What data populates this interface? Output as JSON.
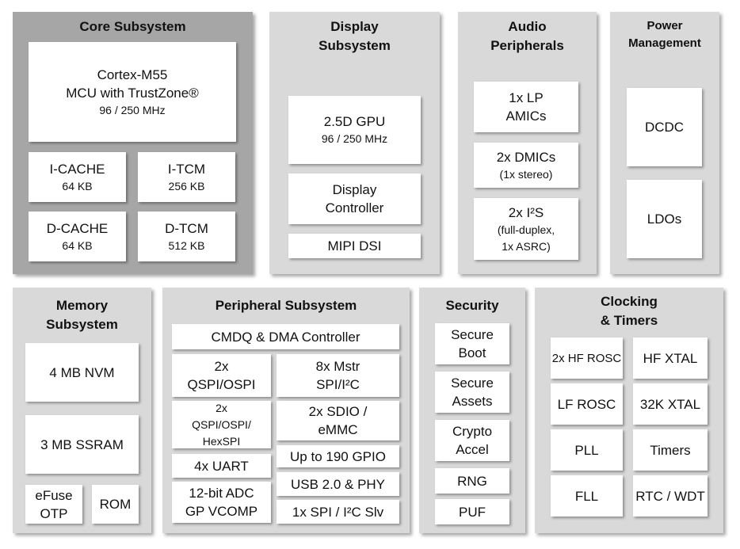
{
  "panels": {
    "core": {
      "title": "Core Subsystem",
      "cpu": {
        "l1": "Cortex-M55\nMCU with TrustZone®",
        "l2": "96 / 250 MHz"
      },
      "icache": {
        "l1": "I-CACHE",
        "l2": "64 KB"
      },
      "itcm": {
        "l1": "I-TCM",
        "l2": "256 KB"
      },
      "dcache": {
        "l1": "D-CACHE",
        "l2": "64 KB"
      },
      "dtcm": {
        "l1": "D-TCM",
        "l2": "512 KB"
      }
    },
    "display": {
      "title": "Display\nSubsystem",
      "gpu": {
        "l1": "2.5D GPU",
        "l2": "96 / 250 MHz"
      },
      "controller": {
        "l1": "Display\nController"
      },
      "mipi": {
        "l1": "MIPI DSI"
      }
    },
    "audio": {
      "title": "Audio\nPeripherals",
      "amic": {
        "l1": "1x LP\nAMICs"
      },
      "dmic": {
        "l1": "2x DMICs",
        "l2": "(1x stereo)"
      },
      "i2s": {
        "l1": "2x I²S",
        "l2": "(full-duplex,\n1x ASRC)"
      }
    },
    "power": {
      "title": "Power\nManagement",
      "dcdc": {
        "l1": "DCDC"
      },
      "ldo": {
        "l1": "LDOs"
      }
    },
    "memory": {
      "title": "Memory\nSubsystem",
      "nvm": {
        "l1": "4 MB NVM"
      },
      "ssram": {
        "l1": "3 MB SSRAM"
      },
      "efuse": {
        "l1": "eFuse\nOTP"
      },
      "rom": {
        "l1": "ROM"
      }
    },
    "peripheral": {
      "title": "Peripheral Subsystem",
      "cmdq": {
        "l1": "CMDQ & DMA Controller"
      },
      "qspi": {
        "l1": "2x\nQSPI/OSPI"
      },
      "mstr": {
        "l1": "8x Mstr\nSPI/I²C"
      },
      "hexspi": {
        "l2": "2x\nQSPI/OSPI/\nHexSPI"
      },
      "sdio": {
        "l1": "2x SDIO /\neMMC"
      },
      "uart": {
        "l1": "4x UART"
      },
      "gpio": {
        "l1": "Up to 190 GPIO"
      },
      "adc": {
        "l1": "12-bit ADC\nGP VCOMP"
      },
      "usb": {
        "l1": "USB 2.0 & PHY"
      },
      "slv": {
        "l1": "1x SPI / I²C Slv"
      }
    },
    "security": {
      "title": "Security",
      "boot": {
        "l1": "Secure\nBoot"
      },
      "assets": {
        "l1": "Secure\nAssets"
      },
      "crypto": {
        "l1": "Crypto\nAccel"
      },
      "rng": {
        "l1": "RNG"
      },
      "puf": {
        "l1": "PUF"
      }
    },
    "clocking": {
      "title": "Clocking\n& Timers",
      "hfrosc": {
        "l2": "2x HF ROSC"
      },
      "hfxtal": {
        "l1": "HF XTAL"
      },
      "lfrosc": {
        "l1": "LF ROSC"
      },
      "xtal32": {
        "l1": "32K XTAL"
      },
      "pll": {
        "l1": "PLL"
      },
      "timers": {
        "l1": "Timers"
      },
      "fll": {
        "l1": "FLL"
      },
      "rtc": {
        "l1": "RTC / WDT"
      }
    }
  }
}
